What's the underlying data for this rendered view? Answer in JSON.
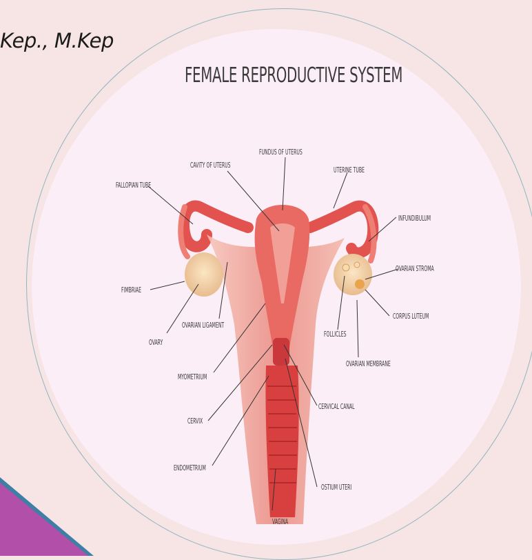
{
  "slide": {
    "author": "Kep., M.Kep"
  },
  "diagram": {
    "title": "FEMALE REPRODUCTIVE SYSTEM",
    "labels": {
      "fundus": "FUNDUS OF UTERUS",
      "cavity": "CAVITY OF UTERUS",
      "uterine_tube": "UTERINE TUBE",
      "fallopian_tube": "FALLOPIAN TUBE",
      "infundibulum": "INFUNDIBULUM",
      "ovarian_stroma": "OVARIAN STROMA",
      "fimbriae": "FIMBRIAE",
      "corpus_luteum": "CORPUS LUTEUM",
      "ovarian_ligament": "OVARIAN LIGAMENT",
      "follicles": "FOLLICLES",
      "ovary": "OVARY",
      "ovarian_membrane": "OVARIAN MEMBRANE",
      "myometrium": "MYOMETRIUM",
      "cervical_canal": "CERVICAL CANAL",
      "cervix": "CERVIX",
      "endometrium": "ENDOMETRIUM",
      "ostium_uteri": "OSTIUM UTERI",
      "vagina": "VAGINA"
    }
  },
  "colors": {
    "background": "#f7e4e4",
    "ring": "#8fb6bf",
    "disc": "#fbeef7",
    "organ_red": "#e2534f",
    "organ_light": "#f4b7a7",
    "ovary": "#f2d4a6",
    "accent_purple": "#b24fa8",
    "accent_blue": "#3f7fa6"
  }
}
